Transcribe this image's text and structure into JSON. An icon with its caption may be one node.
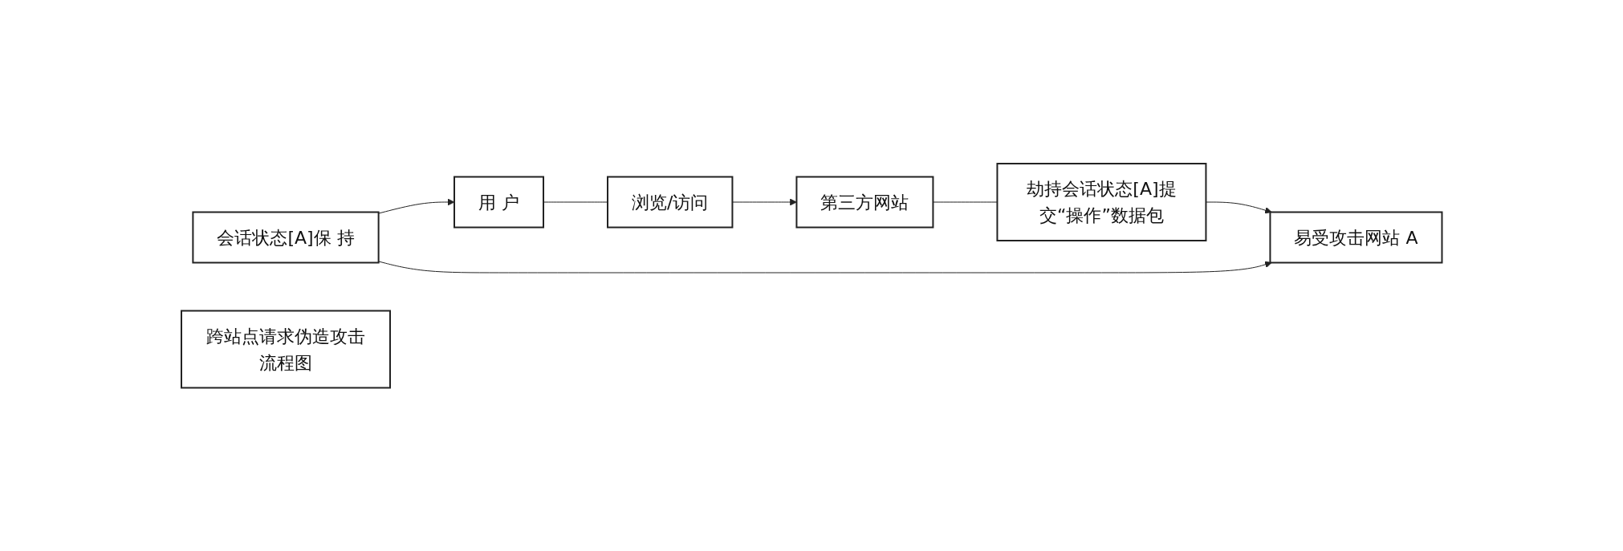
{
  "diagram": {
    "nodes": [
      {
        "text": [
          "易受攻击网站 A"
        ]
      },
      {
        "text": [
          "劫持会话状态[A]提交“操作”数据包"
        ]
      },
      {
        "text": [
          "会话状态[A]保 持"
        ]
      },
      {
        "text": [
          "跨站点请求伪造攻击流程图"
        ]
      },
      {
        "text": [
          "用 户"
        ]
      },
      {
        "text": [
          "浏览/访问"
        ]
      },
      {
        "text": [
          "第三方网站"
        ]
      }
    ],
    "edges": [
      {
        "from": 1,
        "to": 0,
        "arrow": "to"
      },
      {
        "from": 6,
        "to": 1,
        "arrow": "none"
      },
      {
        "from": 2,
        "to": 0,
        "arrow": "to"
      },
      {
        "from": 2,
        "to": 4,
        "arrow": "to"
      },
      {
        "from": 4,
        "to": 5,
        "arrow": "none"
      },
      {
        "from": 5,
        "to": 6,
        "arrow": "to"
      }
    ]
  }
}
